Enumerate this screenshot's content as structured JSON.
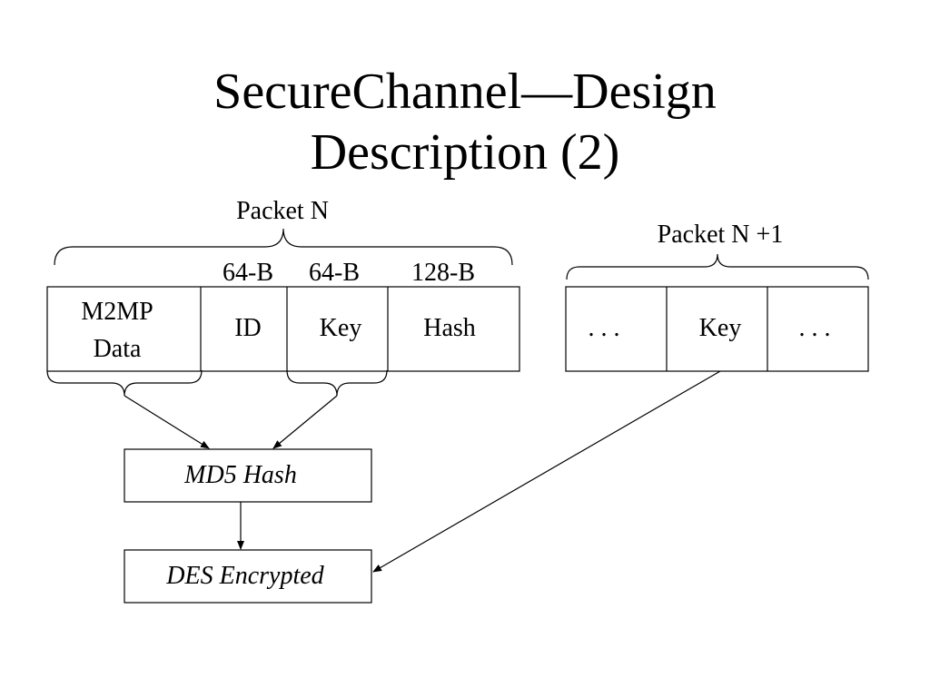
{
  "title": {
    "line1": "SecureChannel—Design",
    "line2": "Description (2)"
  },
  "packet_n": {
    "label": "Packet N",
    "field_sizes": [
      "64-B",
      "64-B",
      "128-B"
    ],
    "fields": {
      "m2mp_line1": "M2MP",
      "m2mp_line2": "Data",
      "id": "ID",
      "key": "Key",
      "hash": "Hash"
    }
  },
  "packet_n1": {
    "label": "Packet N +1",
    "fields": [
      ". . .",
      "Key",
      ". . ."
    ]
  },
  "process": {
    "md5": "MD5 Hash",
    "des": "DES Encrypted"
  }
}
